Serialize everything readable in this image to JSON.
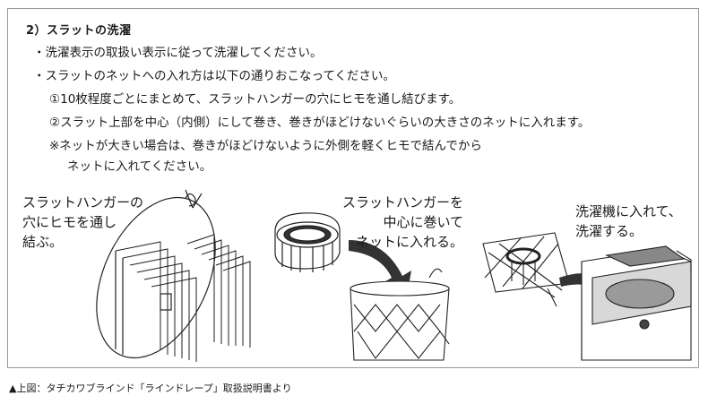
{
  "section": {
    "heading": "2）スラットの洗濯",
    "lines": [
      "・洗濯表示の取扱い表示に従って洗濯してください。",
      "・スラットのネットへの入れ方は以下の通りおこなってください。",
      "①10枚程度ごとにまとめて、スラットハンガーの穴にヒモを通し結びます。",
      "②スラット上部を中心（内側）にして巻き、巻きがほどけないぐらいの大きさのネットに入れます。",
      "※ネットが大きい場合は、巻きがほどけないように外側を軽くヒモで結んでから",
      "ネットに入れてください。"
    ]
  },
  "illustrations": {
    "step1_caption": "スラットハンガーの\n穴にヒモを通し\n結ぶ。",
    "step2_caption": "スラットハンガーを\n中心に巻いて\nネットに入れる。",
    "step3_caption": "洗濯機に入れて、\n洗濯する。"
  },
  "footer": "▲上図：タチカワブラインド「ラインドレープ」取扱説明書より"
}
